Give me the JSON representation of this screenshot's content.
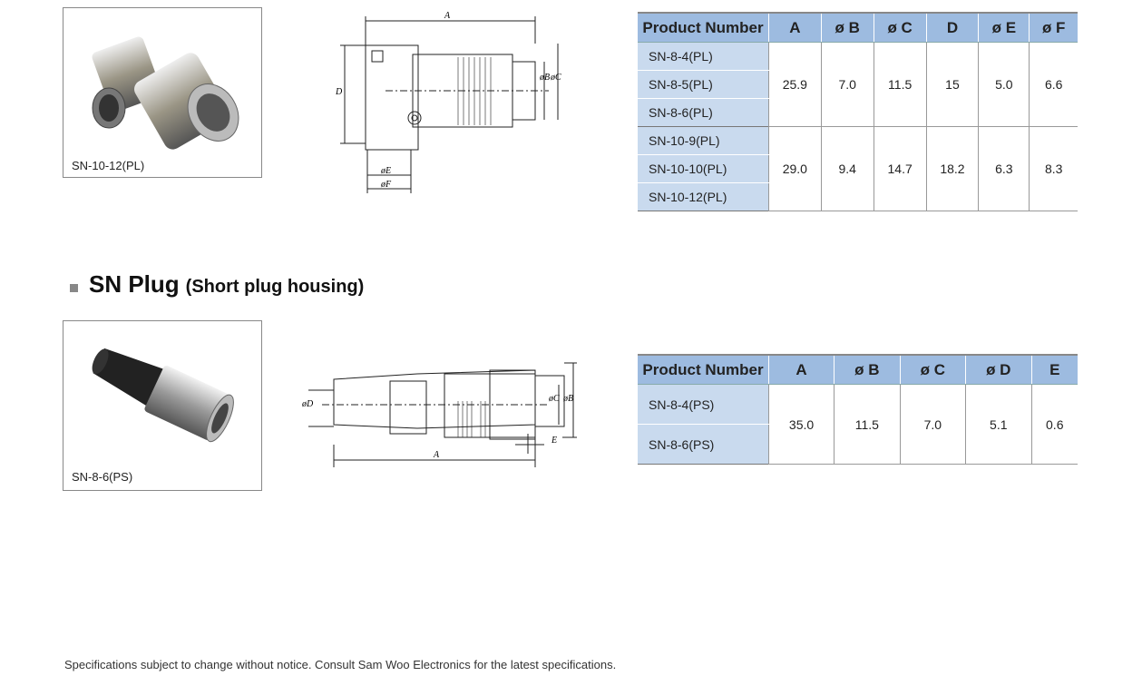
{
  "pl": {
    "photo_caption": "SN-10-12(PL)",
    "drawing_labels": {
      "a": "A",
      "b": "øB",
      "c": "øC",
      "d": "D",
      "e": "øE",
      "f": "øF"
    },
    "table": {
      "headers": [
        "Product Number",
        "A",
        "ø B",
        "ø C",
        "D",
        "ø E",
        "ø F"
      ],
      "groups": [
        {
          "products": [
            "SN-8-4(PL)",
            "SN-8-5(PL)",
            "SN-8-6(PL)"
          ],
          "values": [
            "25.9",
            "7.0",
            "11.5",
            "15",
            "5.0",
            "6.6"
          ]
        },
        {
          "products": [
            "SN-10-9(PL)",
            "SN-10-10(PL)",
            "SN-10-12(PL)"
          ],
          "values": [
            "29.0",
            "9.4",
            "14.7",
            "18.2",
            "6.3",
            "8.3"
          ]
        }
      ]
    }
  },
  "ps": {
    "heading": "SN Plug",
    "subheading": "(Short plug housing)",
    "photo_caption": "SN-8-6(PS)",
    "drawing_labels": {
      "a": "A",
      "b": "øB",
      "c": "øC",
      "d": "øD",
      "e": "E"
    },
    "table": {
      "headers": [
        "Product Number",
        "A",
        "ø B",
        "ø C",
        "ø D",
        "E"
      ],
      "products": [
        "SN-8-4(PS)",
        "SN-8-6(PS)"
      ],
      "values": [
        "35.0",
        "11.5",
        "7.0",
        "5.1",
        "0.6"
      ]
    }
  },
  "footer": "Specifications subject to change without notice. Consult Sam Woo Electronics for the latest specifications."
}
